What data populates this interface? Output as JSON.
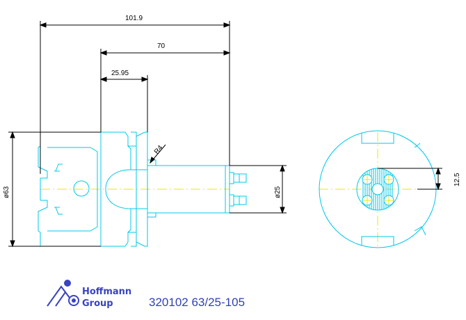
{
  "dimensions": {
    "overall_length": "101.9",
    "shank_length": "70",
    "flange_offset": "25.95",
    "corner_radius": "R4",
    "flange_diameter": "ø63",
    "shank_diameter": "ø25",
    "end_view_offset": "12.5"
  },
  "title_block": {
    "company_line1": "Hoffmann",
    "company_line2": "Group",
    "part_number": "320102 63/25-105"
  },
  "colors": {
    "part_outline": "#00c8e8",
    "centerline": "#e8e800",
    "dimension": "#000000",
    "title": "#2f3fb8"
  },
  "icons": {
    "logo": "hoffmann-group-logo"
  }
}
